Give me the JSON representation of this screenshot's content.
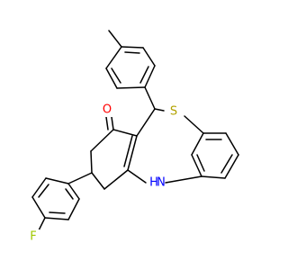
{
  "molecule": {
    "atoms": {
      "oxygen": {
        "symbol": "O",
        "color": "#ff0000"
      },
      "sulfur": {
        "symbol": "S",
        "color": "#b2a200"
      },
      "nitrogen": {
        "symbol": "N",
        "color": "#0000ff"
      },
      "nitrogen_h": {
        "symbol": "H",
        "color": "#0000ff"
      },
      "fluorine": {
        "symbol": "F",
        "color": "#a0c800"
      }
    },
    "bond_color": "#000000",
    "background": "#ffffff"
  }
}
